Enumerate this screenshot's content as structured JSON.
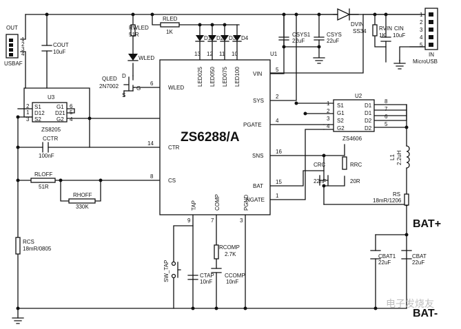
{
  "connectors": {
    "out": {
      "title": "OUT",
      "pins": [
        "1",
        "2",
        "3",
        "4"
      ],
      "label": "USBAF"
    },
    "in": {
      "title": "IN",
      "pins": [
        "1",
        "2",
        "3",
        "4",
        "5"
      ],
      "label": "MicroUSB"
    }
  },
  "u1": {
    "ref": "U1",
    "part": "ZS6288/A",
    "top_pins": [
      {
        "num": "13",
        "name": "LED025"
      },
      {
        "num": "12",
        "name": "LED050"
      },
      {
        "num": "11",
        "name": "LED075"
      },
      {
        "num": "10",
        "name": "LED100"
      }
    ],
    "left_pins": [
      {
        "num": "6",
        "name": "WLED"
      },
      {
        "num": "14",
        "name": "CTR"
      },
      {
        "num": "8",
        "name": "CS"
      }
    ],
    "right_pins": [
      {
        "num": "5",
        "name": "VIN"
      },
      {
        "num": "2",
        "name": "SYS"
      },
      {
        "num": "4",
        "name": "PGATE"
      },
      {
        "num": "16",
        "name": "SNS"
      },
      {
        "num": "15",
        "name": "BAT"
      },
      {
        "num": "1",
        "name": "NGATE"
      }
    ],
    "bottom_pins": [
      {
        "num": "9",
        "name": "TAP"
      },
      {
        "num": "7",
        "name": "COMP"
      },
      {
        "num": "3",
        "name": "PGND"
      }
    ]
  },
  "u2": {
    "ref": "U2",
    "part": "ZS4606",
    "left": [
      {
        "num": "1",
        "name": "S1"
      },
      {
        "num": "2",
        "name": "G1"
      },
      {
        "num": "3",
        "name": "S2"
      },
      {
        "num": "4",
        "name": "G2"
      }
    ],
    "right": [
      {
        "num": "8",
        "name": "D1"
      },
      {
        "num": "7",
        "name": "D1"
      },
      {
        "num": "6",
        "name": "D2"
      },
      {
        "num": "5",
        "name": "D2"
      }
    ]
  },
  "u3": {
    "ref": "U3",
    "part": "ZS8205",
    "left": [
      {
        "num": "2",
        "name": "S1"
      },
      {
        "num": "1",
        "name": "D12"
      },
      {
        "num": "3",
        "name": "S2"
      }
    ],
    "right": [
      {
        "num": "6",
        "name": "G1"
      },
      {
        "num": "5",
        "name": "D21"
      },
      {
        "num": "4",
        "name": "G2"
      }
    ]
  },
  "components": {
    "cout": {
      "ref": "COUT",
      "value": "10uF"
    },
    "rwled": {
      "ref": "RWLED",
      "value": "51R"
    },
    "rled": {
      "ref": "RLED",
      "value": "1K"
    },
    "wled": {
      "ref": "WLED"
    },
    "qled": {
      "ref": "QLED",
      "value": "2N7002",
      "d": "D",
      "g": "G",
      "s": "S"
    },
    "leds": [
      "D1",
      "D2",
      "D3",
      "D4"
    ],
    "dvin": {
      "ref": "DVIN",
      "value": "SS34"
    },
    "csys1": {
      "ref": "CSYS1",
      "value": "22uF"
    },
    "csys": {
      "ref": "CSYS",
      "value": "22uF"
    },
    "rvin": {
      "ref": "RVIN",
      "value": "1K"
    },
    "cin": {
      "ref": "CIN",
      "value": "10uF"
    },
    "cctr": {
      "ref": "CCTR",
      "value": "100nF"
    },
    "rloff": {
      "ref": "RLOFF",
      "value": "51R"
    },
    "rhoff": {
      "ref": "RHOFF",
      "value": "330K"
    },
    "rcs": {
      "ref": "RCS",
      "value": "18mR/0805"
    },
    "crc": {
      "ref": "CRC",
      "value": "22nF"
    },
    "rrc": {
      "ref": "RRC",
      "value": "20R"
    },
    "l1": {
      "ref": "L1",
      "value": "2.2uH"
    },
    "rs": {
      "ref": "RS",
      "value": "18mR/1206"
    },
    "rcomp": {
      "ref": "RCOMP",
      "value": "2.7K"
    },
    "ctap": {
      "ref": "CTAP",
      "value": "10nF"
    },
    "ccomp": {
      "ref": "CCOMP",
      "value": "10nF"
    },
    "cbat1": {
      "ref": "CBAT1",
      "value": "22uF"
    },
    "cbat": {
      "ref": "CBAT",
      "value": "22uF"
    },
    "sw_tap": {
      "ref": "SW_TAP"
    }
  },
  "labels": {
    "bat_plus": "BAT+",
    "bat_minus": "BAT-"
  },
  "watermark": "电子发烧友"
}
